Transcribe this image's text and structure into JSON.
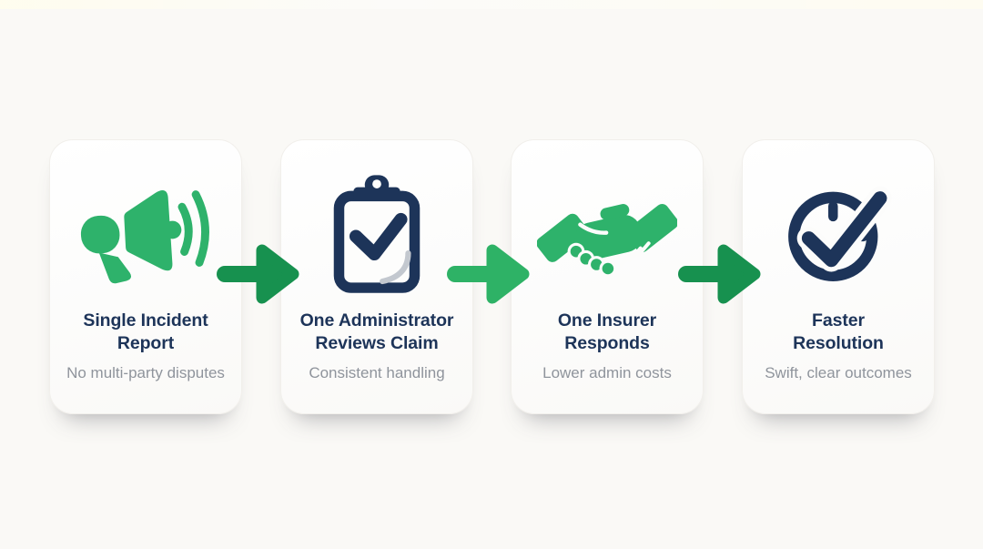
{
  "page": {
    "background_color": "#FAF9F6"
  },
  "colors": {
    "green": "#2EB26B",
    "green-dark": "#17914F",
    "navy": "#1D3459",
    "gray-text": "#8F949C",
    "card-bg": "#FCFCFB"
  },
  "cards": [
    {
      "icon": "megaphone-icon",
      "icon_color": "#2EB26B",
      "title": "Single Incident\nReport",
      "subtitle": "No multi-party disputes"
    },
    {
      "icon": "clipboard-check-icon",
      "icon_color": "#1D3459",
      "title": "One Administrator\nReviews Claim",
      "subtitle": "Consistent handling"
    },
    {
      "icon": "handshake-icon",
      "icon_color": "#2EB26B",
      "title": "One Insurer\nResponds",
      "subtitle": "Lower admin costs"
    },
    {
      "icon": "clock-check-icon",
      "icon_color": "#1D3459",
      "title": "Faster\nResolution",
      "subtitle": "Swift, clear outcomes"
    }
  ],
  "arrows": [
    {
      "name": "flow-arrow-1",
      "color": "#17914F"
    },
    {
      "name": "flow-arrow-2",
      "color": "#2EB266"
    },
    {
      "name": "flow-arrow-3",
      "color": "#17914F"
    }
  ]
}
